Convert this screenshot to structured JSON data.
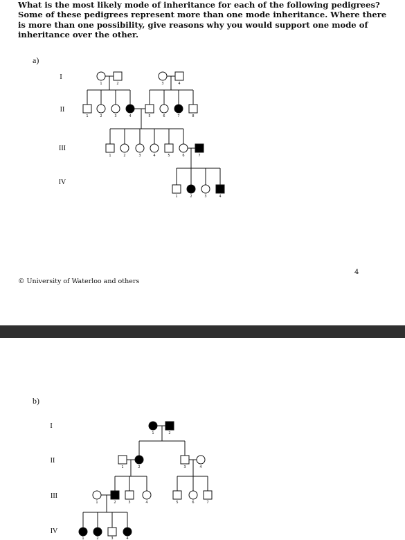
{
  "question": {
    "text": "What is the most likely mode of inheritance for each of the following pedigrees? Some of these pedigrees represent more than one mode inheritance. Where there is more than one possibility, give reasons why you would support one mode of inheritance over the other."
  },
  "pedigree_a": {
    "label": "a)",
    "generations": [
      "I",
      "II",
      "III",
      "IV"
    ],
    "numbers": {
      "I": [
        "1",
        "2",
        "3",
        "4"
      ],
      "II": [
        "1",
        "2",
        "3",
        "4",
        "5",
        "6",
        "7",
        "8"
      ],
      "III": [
        "1",
        "2",
        "3",
        "4",
        "5",
        "6",
        "7"
      ],
      "IV": [
        "1",
        "2",
        "3",
        "4"
      ]
    },
    "affected": [
      "II-4",
      "II-7",
      "III-7",
      "IV-2",
      "IV-4"
    ]
  },
  "footer": {
    "copyright": "© University of Waterloo and others",
    "page_number": "4"
  },
  "pedigree_b": {
    "label": "b)",
    "generations": [
      "I",
      "II",
      "III",
      "IV"
    ],
    "numbers": {
      "I": [
        "1",
        "2"
      ],
      "II": [
        "1",
        "2",
        "3",
        "4"
      ],
      "III": [
        "1",
        "2",
        "3",
        "4",
        "5",
        "6",
        "7"
      ],
      "IV": [
        "1",
        "2",
        "3",
        "4"
      ]
    },
    "affected": [
      "I-1",
      "I-2",
      "II-2",
      "III-2",
      "IV-1",
      "IV-2",
      "IV-4"
    ]
  },
  "colors": {
    "page": "#ffffff",
    "divider": "#2f2f2f",
    "symbol_stroke": "#111111",
    "affected_fill": "#000000"
  }
}
